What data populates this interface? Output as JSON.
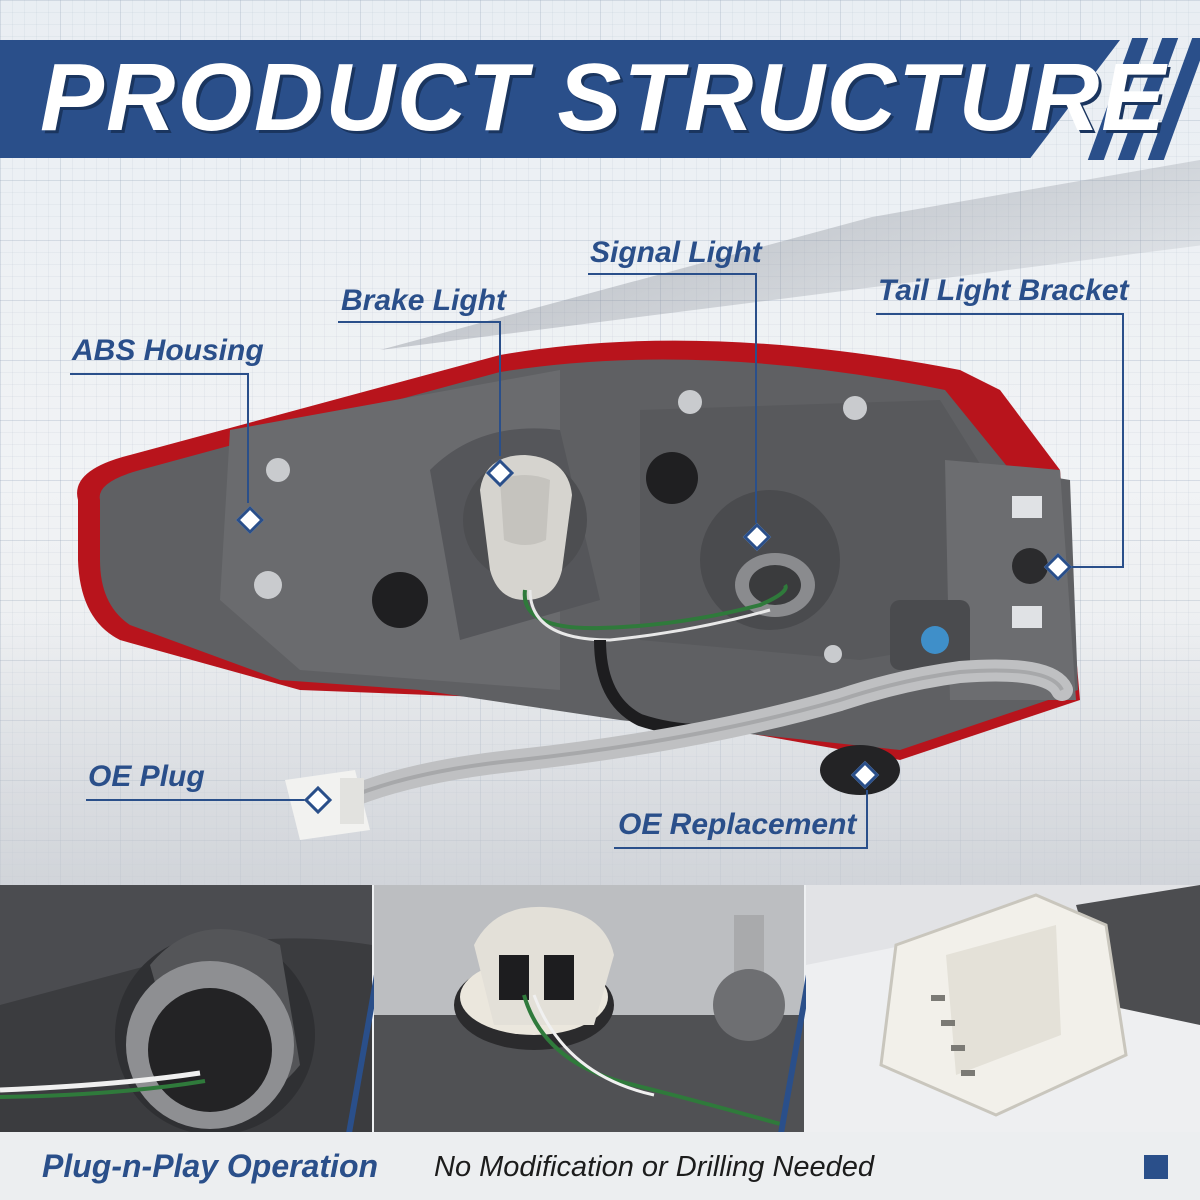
{
  "banner": {
    "title": "PRODUCT STRUCTURE"
  },
  "callouts": {
    "abs_housing": "ABS Housing",
    "brake_light": "Brake Light",
    "signal_light": "Signal Light",
    "tail_light_bracket": "Tail Light Bracket",
    "oe_plug": "OE Plug",
    "oe_replacement": "OE Replacement"
  },
  "footer": {
    "headline": "Plug-n-Play Operation",
    "subline": "No Modification or Drilling Needed"
  },
  "colors": {
    "brand_blue": "#2a4f8a",
    "lens_red": "#c4161f",
    "housing_gray": "#5f6063"
  },
  "icons": {
    "marker": "diamond-marker-icon",
    "footer_square": "square-icon"
  }
}
